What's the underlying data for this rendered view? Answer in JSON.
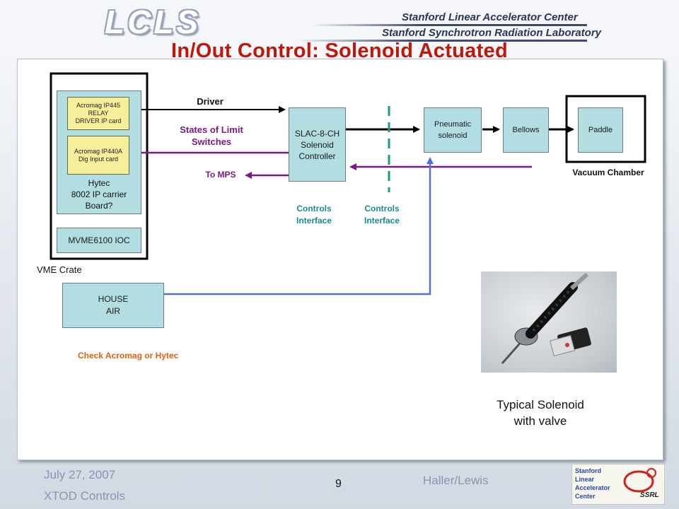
{
  "header": {
    "logo_text": "LCLS",
    "org_line1": "Stanford Linear Accelerator Center",
    "org_line2": "Stanford Synchrotron Radiation Laboratory"
  },
  "slide": {
    "title": "In/Out Control: Solenoid Actuated",
    "caption_line1": "Typical Solenoid",
    "caption_line2": "with valve",
    "page_number": "9"
  },
  "diagram": {
    "acromag_relay": [
      "Acromag IP445",
      "RELAY",
      "DRIVER IP card"
    ],
    "acromag_input": [
      "Acromag IP440A",
      "Dig Input card"
    ],
    "hytec": [
      "Hytec",
      "8002 IP carrier",
      "Board?"
    ],
    "ioc": "MVME6100 IOC",
    "vme_crate": "VME Crate",
    "driver": "Driver",
    "limit_states": [
      "States of Limit",
      "Switches"
    ],
    "to_mps": "To MPS",
    "controller": [
      "SLAC-8-CH",
      "Solenoid",
      "Controller"
    ],
    "pneumatic": [
      "Pneumatic",
      "solenoid"
    ],
    "bellows": "Bellows",
    "paddle": "Paddle",
    "vacuum_chamber": "Vacuum Chamber",
    "controls_interface_1": [
      "Controls",
      "Interface"
    ],
    "controls_interface_2": [
      "Controls",
      "Interface"
    ],
    "house_air": [
      "HOUSE",
      "AIR"
    ],
    "note": "Check Acromag or Hytec"
  },
  "footer": {
    "date": "July 27, 2007",
    "project": "XTOD Controls",
    "authors": "Haller/Lewis",
    "logo_lines": [
      "Stanford",
      "Linear",
      "Accelerator",
      "Center"
    ],
    "ssrl_text": "SSRL"
  },
  "colors": {
    "title": "#c01808",
    "box_fill": "#b2dde1",
    "card_fill": "#f5ee9a",
    "limit_arrow": "#7a1a8a",
    "interface_text": "#1a8a8a",
    "air_line": "#4f72d8",
    "note_text": "#e06010"
  }
}
